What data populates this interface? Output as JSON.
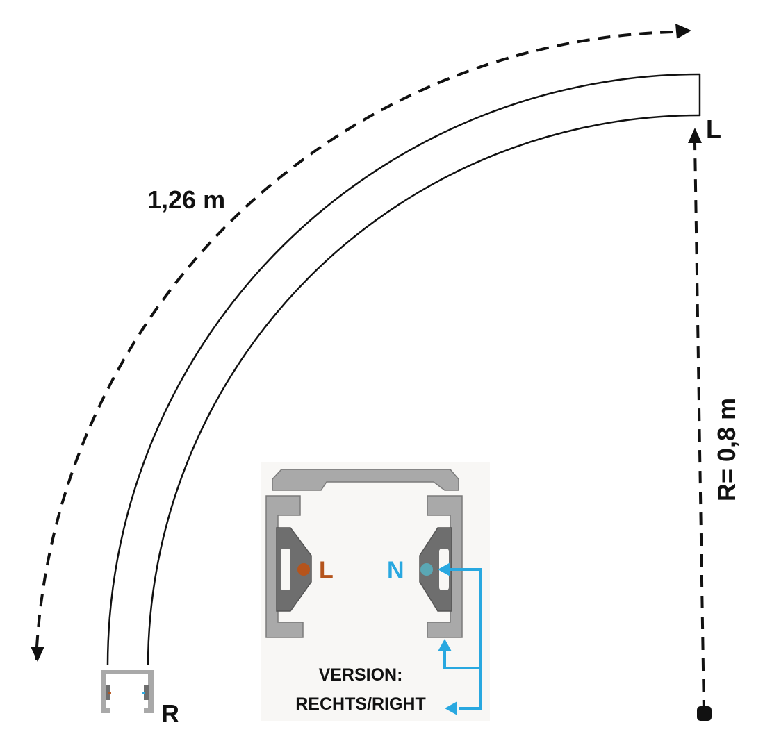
{
  "labels": {
    "arc_length": "1,26 m",
    "radius": "R= 0,8 m",
    "end_top": "L",
    "end_bottom": "R"
  },
  "profile": {
    "phase_label": "L",
    "neutral_label": "N",
    "version_line1": "VERSION:",
    "version_line2": "RECHTS/RIGHT"
  },
  "colors": {
    "phase": "#b5541c",
    "neutral": "#29a8e0",
    "outline": "#111111",
    "profile_body": "#a9a9a9",
    "profile_dark": "#6e6e6e",
    "profile_bg": "#f8f7f5"
  }
}
